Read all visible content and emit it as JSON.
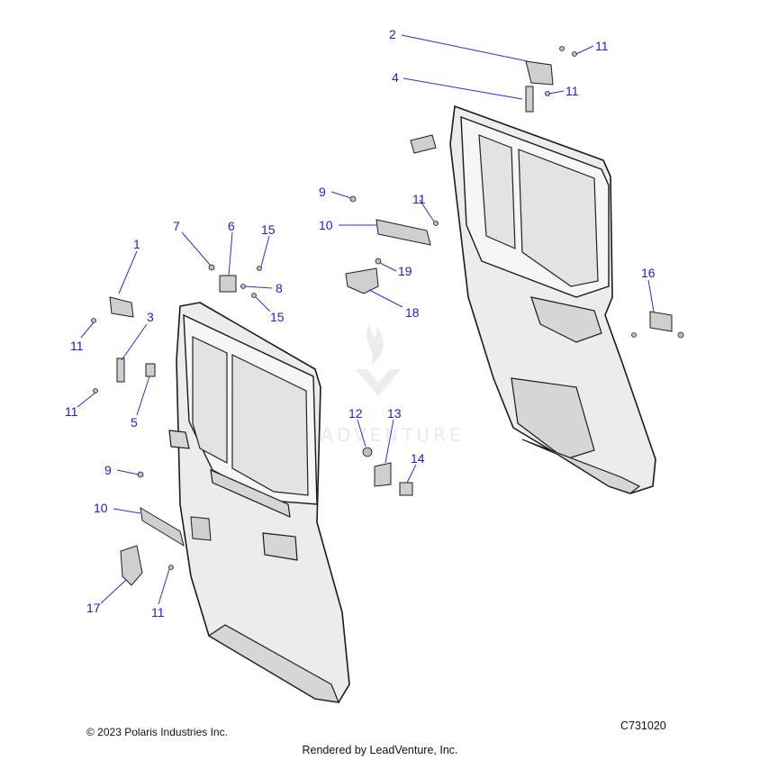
{
  "diagram": {
    "callouts": [
      {
        "id": "c1",
        "label": "1"
      },
      {
        "id": "c2",
        "label": "2"
      },
      {
        "id": "c3",
        "label": "3"
      },
      {
        "id": "c4",
        "label": "4"
      },
      {
        "id": "c5",
        "label": "5"
      },
      {
        "id": "c6",
        "label": "6"
      },
      {
        "id": "c7",
        "label": "7"
      },
      {
        "id": "c8",
        "label": "8"
      },
      {
        "id": "c9a",
        "label": "9"
      },
      {
        "id": "c9b",
        "label": "9"
      },
      {
        "id": "c10a",
        "label": "10"
      },
      {
        "id": "c10b",
        "label": "10"
      },
      {
        "id": "c11a",
        "label": "11"
      },
      {
        "id": "c11b",
        "label": "11"
      },
      {
        "id": "c11c",
        "label": "11"
      },
      {
        "id": "c11d",
        "label": "11"
      },
      {
        "id": "c11e",
        "label": "11"
      },
      {
        "id": "c11f",
        "label": "11"
      },
      {
        "id": "c12",
        "label": "12"
      },
      {
        "id": "c13",
        "label": "13"
      },
      {
        "id": "c14",
        "label": "14"
      },
      {
        "id": "c15a",
        "label": "15"
      },
      {
        "id": "c15b",
        "label": "15"
      },
      {
        "id": "c16",
        "label": "16"
      },
      {
        "id": "c17",
        "label": "17"
      },
      {
        "id": "c18",
        "label": "18"
      },
      {
        "id": "c19",
        "label": "19"
      }
    ],
    "watermark": "LEADVENTURE"
  },
  "footer": {
    "copyright": "© 2023 Polaris Industries Inc.",
    "diagram_code": "C731020",
    "rendered_by": "Rendered by LeadVenture, Inc."
  }
}
